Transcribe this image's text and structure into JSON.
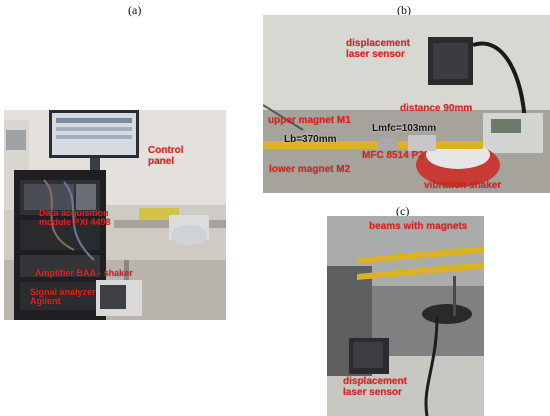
{
  "panels": {
    "a": {
      "letter": "(a)",
      "labels": {
        "control_panel": "Control panel",
        "daq": "Data acquisition module PXI 4498",
        "amplifier": "Amplifier BAA - shaker",
        "signal_analyzer": "Signal analyzer Agilent"
      }
    },
    "b": {
      "letter": "(b)",
      "labels": {
        "laser": "displacement laser sensor",
        "distance": "distance 90mm",
        "upper_magnet": "upper magnet M1",
        "lmfc": "Lmfc=103mm",
        "lb": "Lb=370mm",
        "mfc": "MFC 8514 P2",
        "lower_magnet": "lower magnet M2",
        "shaker": "vibration shaker"
      }
    },
    "c": {
      "letter": "(c)",
      "labels": {
        "beams": "beams with magnets",
        "laser": "displacement laser sensor"
      }
    }
  },
  "colors": {
    "annotation": "#e6201c",
    "panel_letter": "#111111"
  }
}
